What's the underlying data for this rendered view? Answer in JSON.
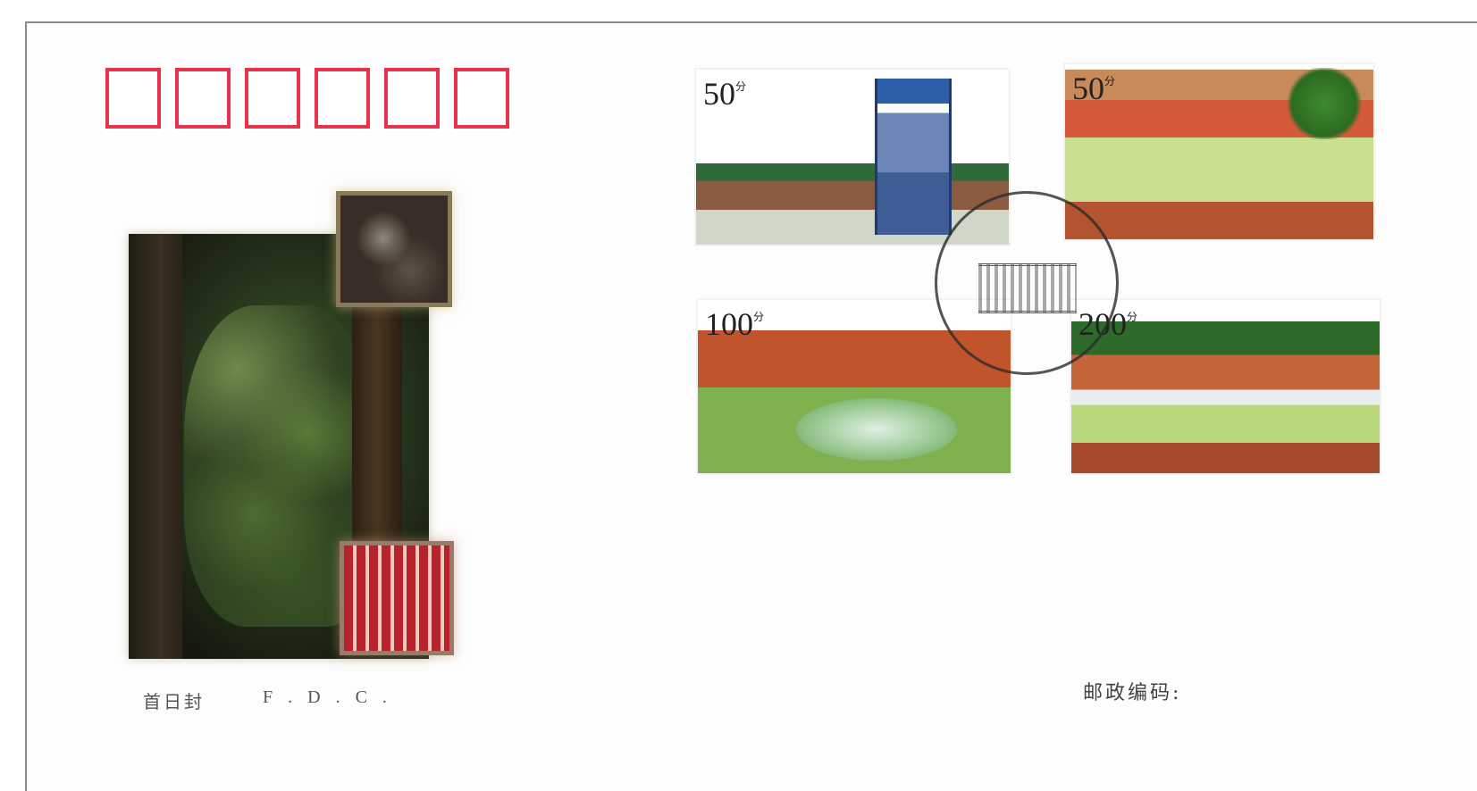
{
  "envelope": {
    "postcode_box_count": 6,
    "postcode_box_color": "#e8344a",
    "cachet_caption": "首日封",
    "cachet_caption_abbr": "F . D . C .",
    "postcode_label": "邮政编码:"
  },
  "stamps": [
    {
      "value": "50",
      "unit": "分"
    },
    {
      "value": "50",
      "unit": "分"
    },
    {
      "value": "100",
      "unit": "分"
    },
    {
      "value": "200",
      "unit": "分"
    }
  ]
}
